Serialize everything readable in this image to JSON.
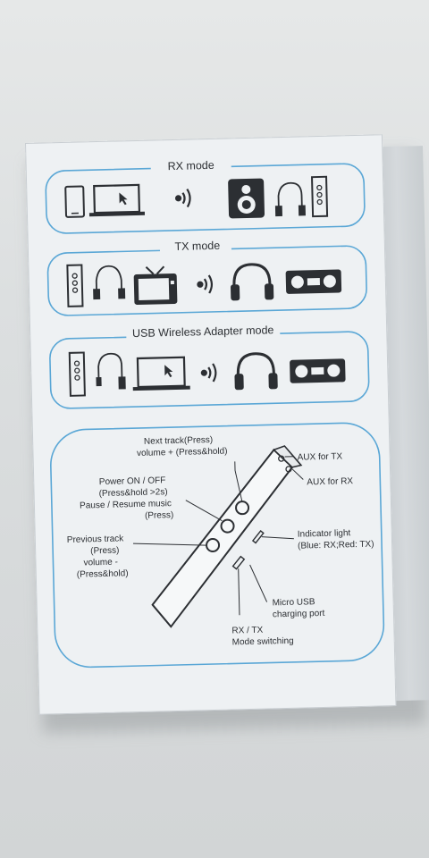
{
  "sections": {
    "rx": {
      "title": "RX mode"
    },
    "tx": {
      "title": "TX mode"
    },
    "usb": {
      "title": "USB Wireless Adapter mode"
    }
  },
  "diagram": {
    "labels": {
      "next_track_1": "Next track(Press)",
      "next_track_2": "volume + (Press&hold)",
      "power_1": "Power ON / OFF",
      "power_2": "(Press&hold >2s)",
      "power_3": "Pause / Resume music",
      "power_4": "(Press)",
      "prev_1": "Previous track",
      "prev_2": "(Press)",
      "prev_3": "volume -",
      "prev_4": "(Press&hold)",
      "aux_tx": "AUX for TX",
      "aux_rx": "AUX for RX",
      "indicator_1": "Indicator light",
      "indicator_2": "(Blue: RX;Red: TX)",
      "usb_1": "Micro USB",
      "usb_2": "charging port",
      "mode_1": "RX / TX",
      "mode_2": "Mode switching"
    }
  },
  "colors": {
    "panel_border": "#5aa7d6",
    "ink": "#2c2f33",
    "box": "#eef1f3",
    "background": "#dadddf"
  },
  "icons": [
    "phone-icon",
    "laptop-icon",
    "wifi-icon",
    "speaker-icon",
    "aux-cable-icon",
    "transmitter-icon",
    "tv-icon",
    "headphones-icon",
    "stereo-icon",
    "usb-cable-icon"
  ]
}
